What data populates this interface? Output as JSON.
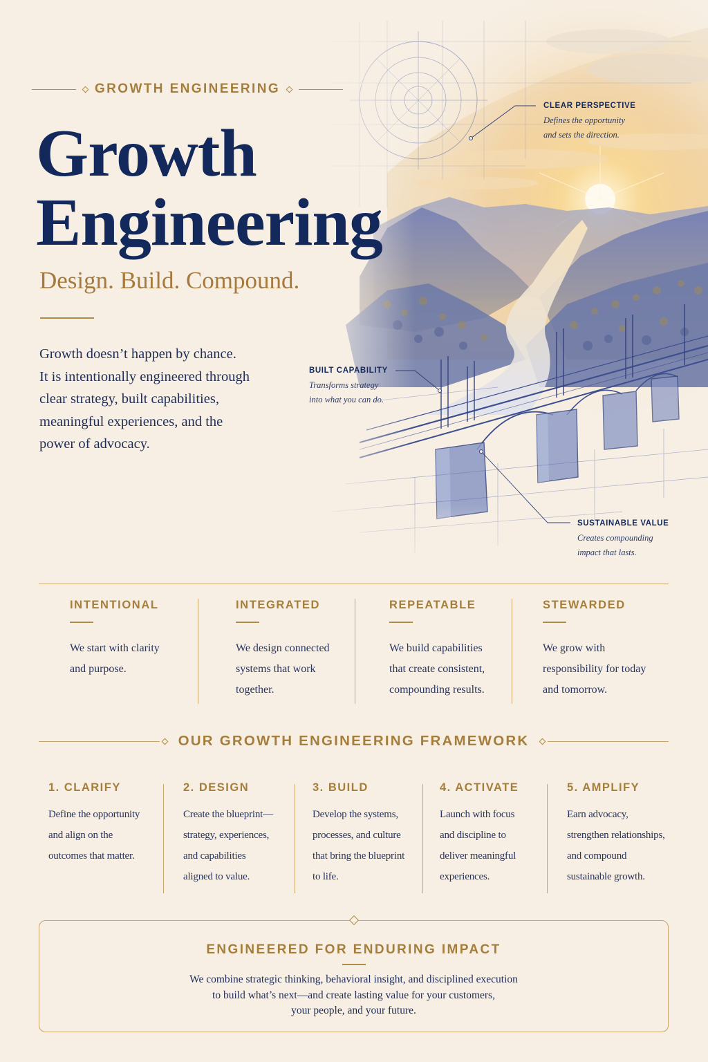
{
  "hero": {
    "eyebrow": "GROWTH ENGINEERING",
    "title_line1": "Growth",
    "title_line2": "Engineering",
    "tagline": "Design. Build. Compound.",
    "intro_lines": [
      "Growth doesn’t happen by chance.",
      "It is intentionally engineered through",
      "clear strategy, built capabilities,",
      "meaningful experiences, and the",
      "power of advocacy."
    ]
  },
  "callouts": [
    {
      "title": "CLEAR PERSPECTIVE",
      "lines": [
        "Defines the opportunity",
        "and sets the direction."
      ]
    },
    {
      "title": "BUILT CAPABILITY",
      "lines": [
        "Transforms strategy",
        "into what you can do."
      ]
    },
    {
      "title": "SUSTAINABLE VALUE",
      "lines": [
        "Creates compounding",
        "impact that lasts."
      ]
    }
  ],
  "principles": [
    {
      "title": "INTENTIONAL",
      "lines": [
        "We start with clarity",
        "and purpose."
      ]
    },
    {
      "title": "INTEGRATED",
      "lines": [
        "We design connected",
        "systems that work",
        "together."
      ]
    },
    {
      "title": "REPEATABLE",
      "lines": [
        "We build capabilities",
        "that create consistent,",
        "compounding results."
      ]
    },
    {
      "title": "STEWARDED",
      "lines": [
        "We grow with",
        "responsibility for today",
        "and tomorrow."
      ]
    }
  ],
  "framework": {
    "title": "OUR GROWTH ENGINEERING FRAMEWORK",
    "steps": [
      {
        "title": "1. CLARIFY",
        "lines": [
          "Define the opportunity",
          "and align on the",
          "outcomes that matter."
        ]
      },
      {
        "title": "2. DESIGN",
        "lines": [
          "Create the blueprint—",
          "strategy, experiences,",
          "and capabilities",
          "aligned to value."
        ]
      },
      {
        "title": "3. BUILD",
        "lines": [
          "Develop the systems,",
          "processes, and culture",
          "that bring the blueprint",
          "to life."
        ]
      },
      {
        "title": "4. ACTIVATE",
        "lines": [
          "Launch with focus",
          "and discipline to",
          "deliver meaningful",
          "experiences."
        ]
      },
      {
        "title": "5. AMPLIFY",
        "lines": [
          "Earn advocacy,",
          "strengthen relationships,",
          "and compound",
          "sustainable growth."
        ]
      }
    ]
  },
  "impact": {
    "title": "ENGINEERED FOR ENDURING IMPACT",
    "lines": [
      "We combine strategic thinking, behavioral insight, and disciplined execution",
      "to build what’s next—and create lasting value for your customers,",
      "your people, and your future."
    ]
  },
  "colors": {
    "background": "#f7efe4",
    "navy": "#13295c",
    "gold": "#a57e3b",
    "blueprint": "#4d62a3",
    "sunrise": "#f4c878"
  }
}
